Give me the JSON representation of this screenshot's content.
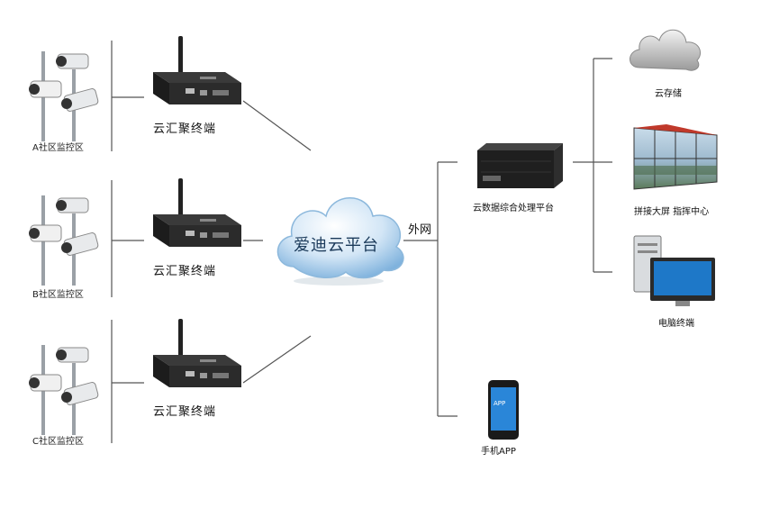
{
  "communities": [
    {
      "label": "A社区监控区",
      "terminal": "云汇聚终端"
    },
    {
      "label": "B社区监控区",
      "terminal": "云汇聚终端"
    },
    {
      "label": "C社区监控区",
      "terminal": "云汇聚终端"
    }
  ],
  "cloud": {
    "label": "爱迪云平台"
  },
  "network": {
    "label": "外网"
  },
  "processing": {
    "label": "云数据综合处理平台"
  },
  "outputs": {
    "storage": "云存储",
    "wall": "拼接大屏   指挥中心",
    "pc": "电脑终端"
  },
  "mobile": {
    "label": "手机APP",
    "screen_text": "APP"
  }
}
